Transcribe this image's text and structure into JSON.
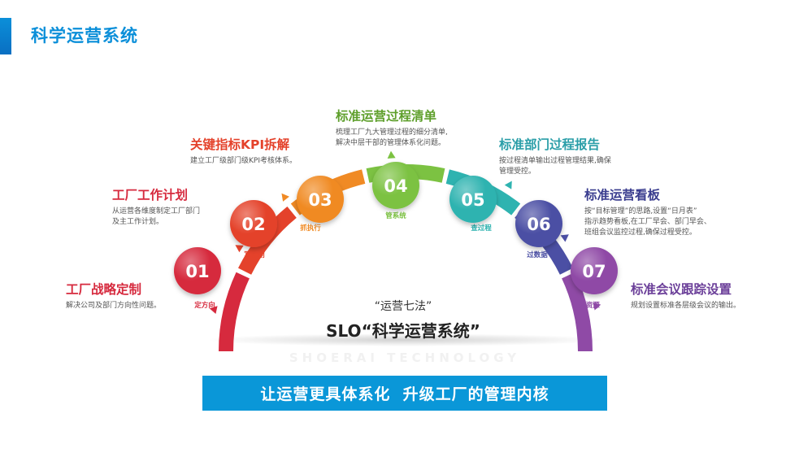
{
  "page_title": "科学运营系统",
  "center": {
    "subtitle": "“运营七法”",
    "title": "SLO“科学运营系统”"
  },
  "watermark": "SHOERAI TECHNOLOGY",
  "slogan": "让运营更具体系化  升级工厂的管理内核",
  "colors": {
    "accent": "#0b8fd9",
    "step_colors": [
      "#d62a3e",
      "#e4422b",
      "#f08a24",
      "#7cc242",
      "#2eb3b0",
      "#4b4fa4",
      "#8f4aa6"
    ],
    "title_colors": [
      "#d62a3e",
      "#d62a3e",
      "#e4422b",
      "#5e9f2b",
      "#2a9ea8",
      "#3a3d8f",
      "#6b3f99"
    ]
  },
  "steps": [
    {
      "num": "01",
      "tag": "定方向",
      "title": "工厂战略定制",
      "desc": [
        "解决公司及部门方向性问题。"
      ]
    },
    {
      "num": "02",
      "tag": "写计划",
      "title": "工厂工作计划",
      "desc": [
        "从运营各维度制定工厂部门",
        "及主工作计划。"
      ]
    },
    {
      "num": "03",
      "tag": "抓执行",
      "title": "关键指标KPI拆解",
      "desc": [
        "建立工厂级部门级KPI考核体系。"
      ]
    },
    {
      "num": "04",
      "tag": "管系统",
      "title": "标准运营过程清单",
      "desc": [
        "梳理工厂九大管理过程的细分清单,",
        "解决中层干部的管理体系化问题。"
      ]
    },
    {
      "num": "05",
      "tag": "查过程",
      "title": "标准部门过程报告",
      "desc": [
        "按过程清单输出过程管理结果,确保",
        "管理受控。"
      ]
    },
    {
      "num": "06",
      "tag": "过数据",
      "title": "标准运营看板",
      "desc": [
        "按“目标管理”的思路,设置“日月表”",
        "指示趋势看板,在工厂早会、部门早会、",
        "班组会议监控过程,确保过程受控。"
      ]
    },
    {
      "num": "07",
      "tag": "给资源",
      "title": "标准会议跟踪设置",
      "desc": [
        "规划设置标准各层级会议的输出。"
      ]
    }
  ]
}
